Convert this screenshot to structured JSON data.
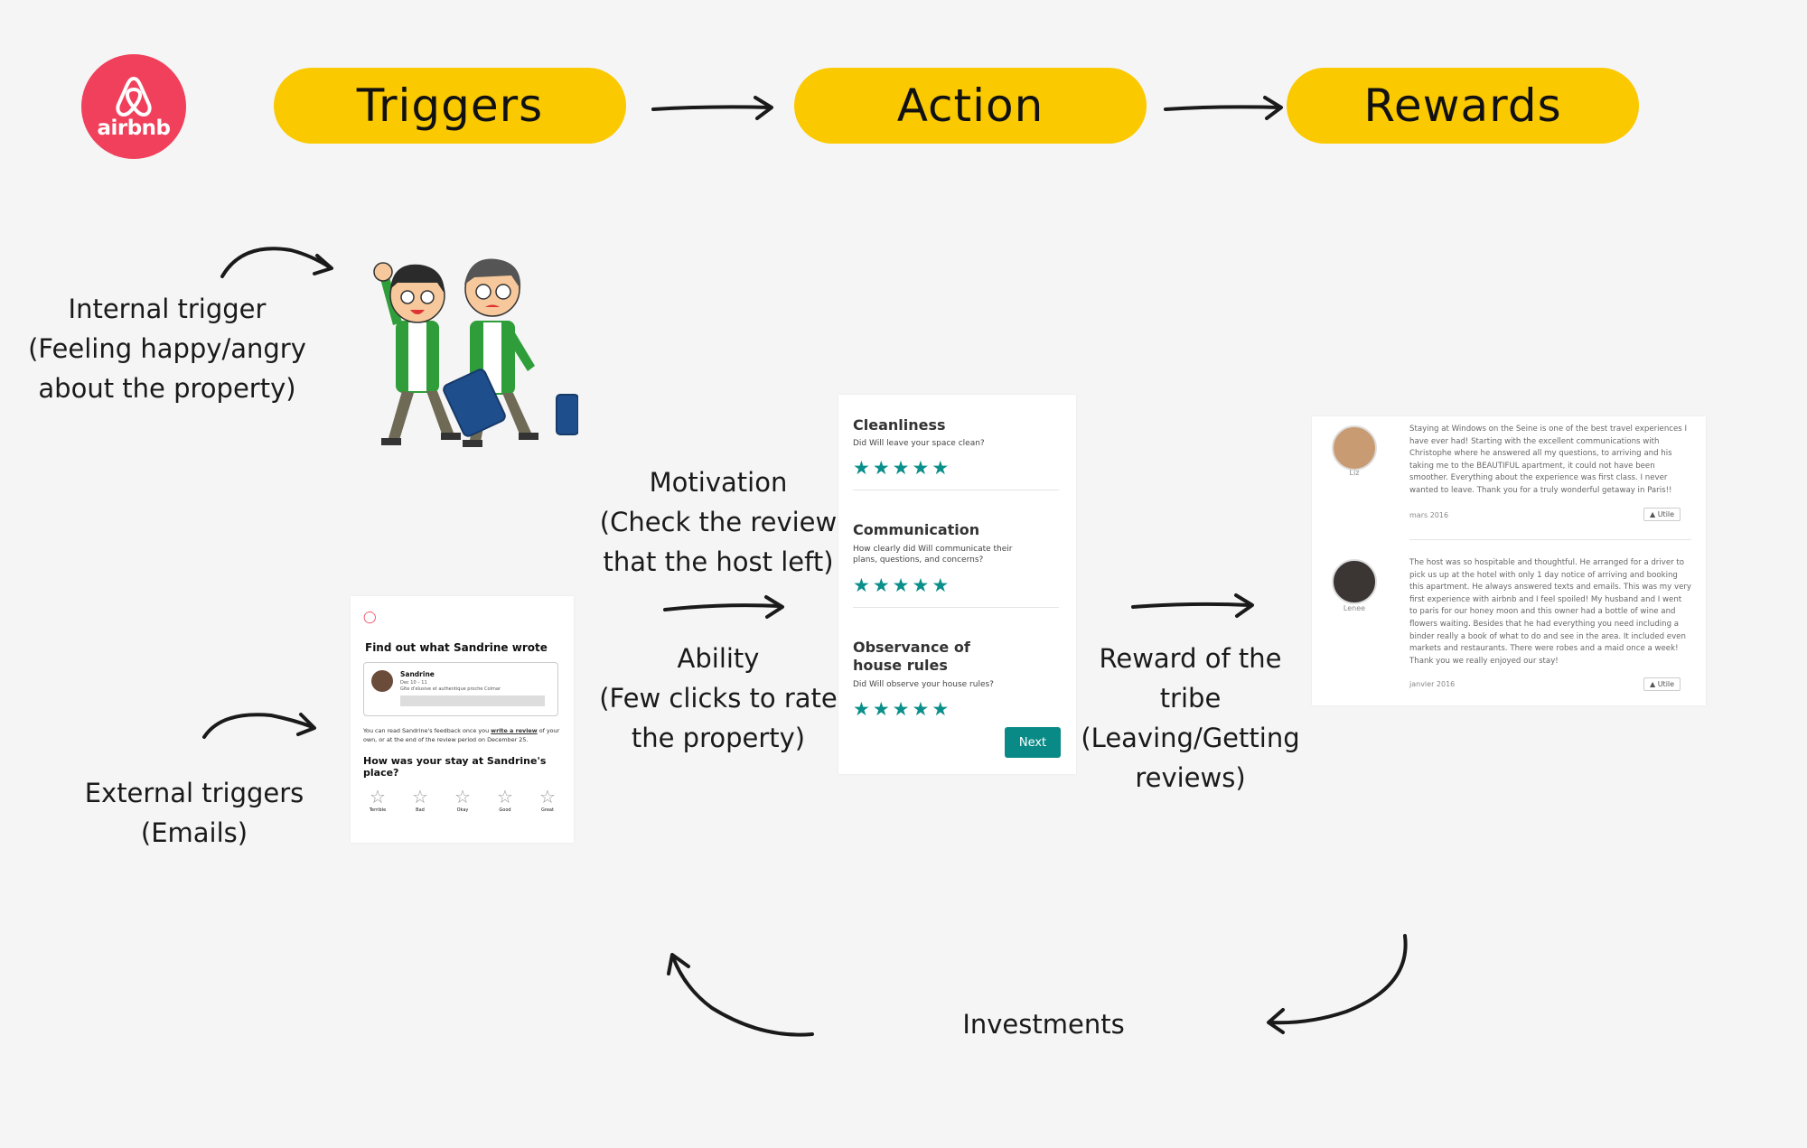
{
  "logo": {
    "wordmark": "airbnb",
    "color": "#f0405b"
  },
  "stages": {
    "triggers": "Triggers",
    "action": "Action",
    "rewards": "Rewards",
    "pill_color": "#fbc900"
  },
  "internal_trigger": {
    "line1": "Internal trigger",
    "line2": "(Feeling happy/angry",
    "line3": "about the property)"
  },
  "external_trigger": {
    "line1": "External triggers",
    "line2": "(Emails)"
  },
  "motivation": {
    "line1": "Motivation",
    "line2": "(Check the review",
    "line3": "that the host left)"
  },
  "ability": {
    "line1": "Ability",
    "line2": "(Few clicks to rate",
    "line3": "the property)"
  },
  "reward": {
    "line1": "Reward of the tribe",
    "line2": "(Leaving/Getting",
    "line3": "reviews)"
  },
  "investments": "Investments",
  "email_card": {
    "title": "Find out what Sandrine wrote",
    "name": "Sandrine",
    "date": "Dec 10 – 11",
    "place": "Gîte d'élusive et authentique proche Colmar",
    "note_pre": "You can read Sandrine's feedback once you ",
    "note_link": "write a review",
    "note_post": " of your own, or at the end of the review period on December 25.",
    "question": "How was your stay at Sandrine's place?",
    "ratings": [
      "Terrible",
      "Bad",
      "Okay",
      "Good",
      "Great"
    ]
  },
  "rating_card": {
    "sections": [
      {
        "title": "Cleanliness",
        "question": "Did Will leave your space clean?"
      },
      {
        "title": "Communication",
        "question": "How clearly did Will communicate their plans, questions, and concerns?"
      },
      {
        "title": "Observance of house rules",
        "question": "Did Will observe your house rules?"
      }
    ],
    "next": "Next",
    "star_color": "#0a8f8a"
  },
  "reviews_card": {
    "reviews": [
      {
        "name": "Liz",
        "text": "Staying at Windows on the Seine is one of the best travel experiences I have ever had! Starting with the excellent communications with Christophe where he answered all my questions, to arriving and his taking me to the BEAUTIFUL apartment, it could not have been smoother. Everything about the experience was first class. I never wanted to leave. Thank you for a truly wonderful getaway in Paris!!",
        "date": "mars 2016",
        "button": "Utile"
      },
      {
        "name": "Lenee",
        "text": "The host was so hospitable and thoughtful. He arranged for a driver to pick us up at the hotel with only 1 day notice of arriving and booking this apartment. He always answered texts and emails. This was my very first experience with airbnb and I feel spoiled! My husband and I went to paris for our honey moon and this owner had a bottle of wine and flowers waiting. Besides that he had everything you need including a binder really a book of what to do and see in the area. It included even markets and restaurants. There were robes and a maid once a week! Thank you we really enjoyed our stay!",
        "date": "janvier 2016",
        "button": "Utile"
      }
    ]
  }
}
